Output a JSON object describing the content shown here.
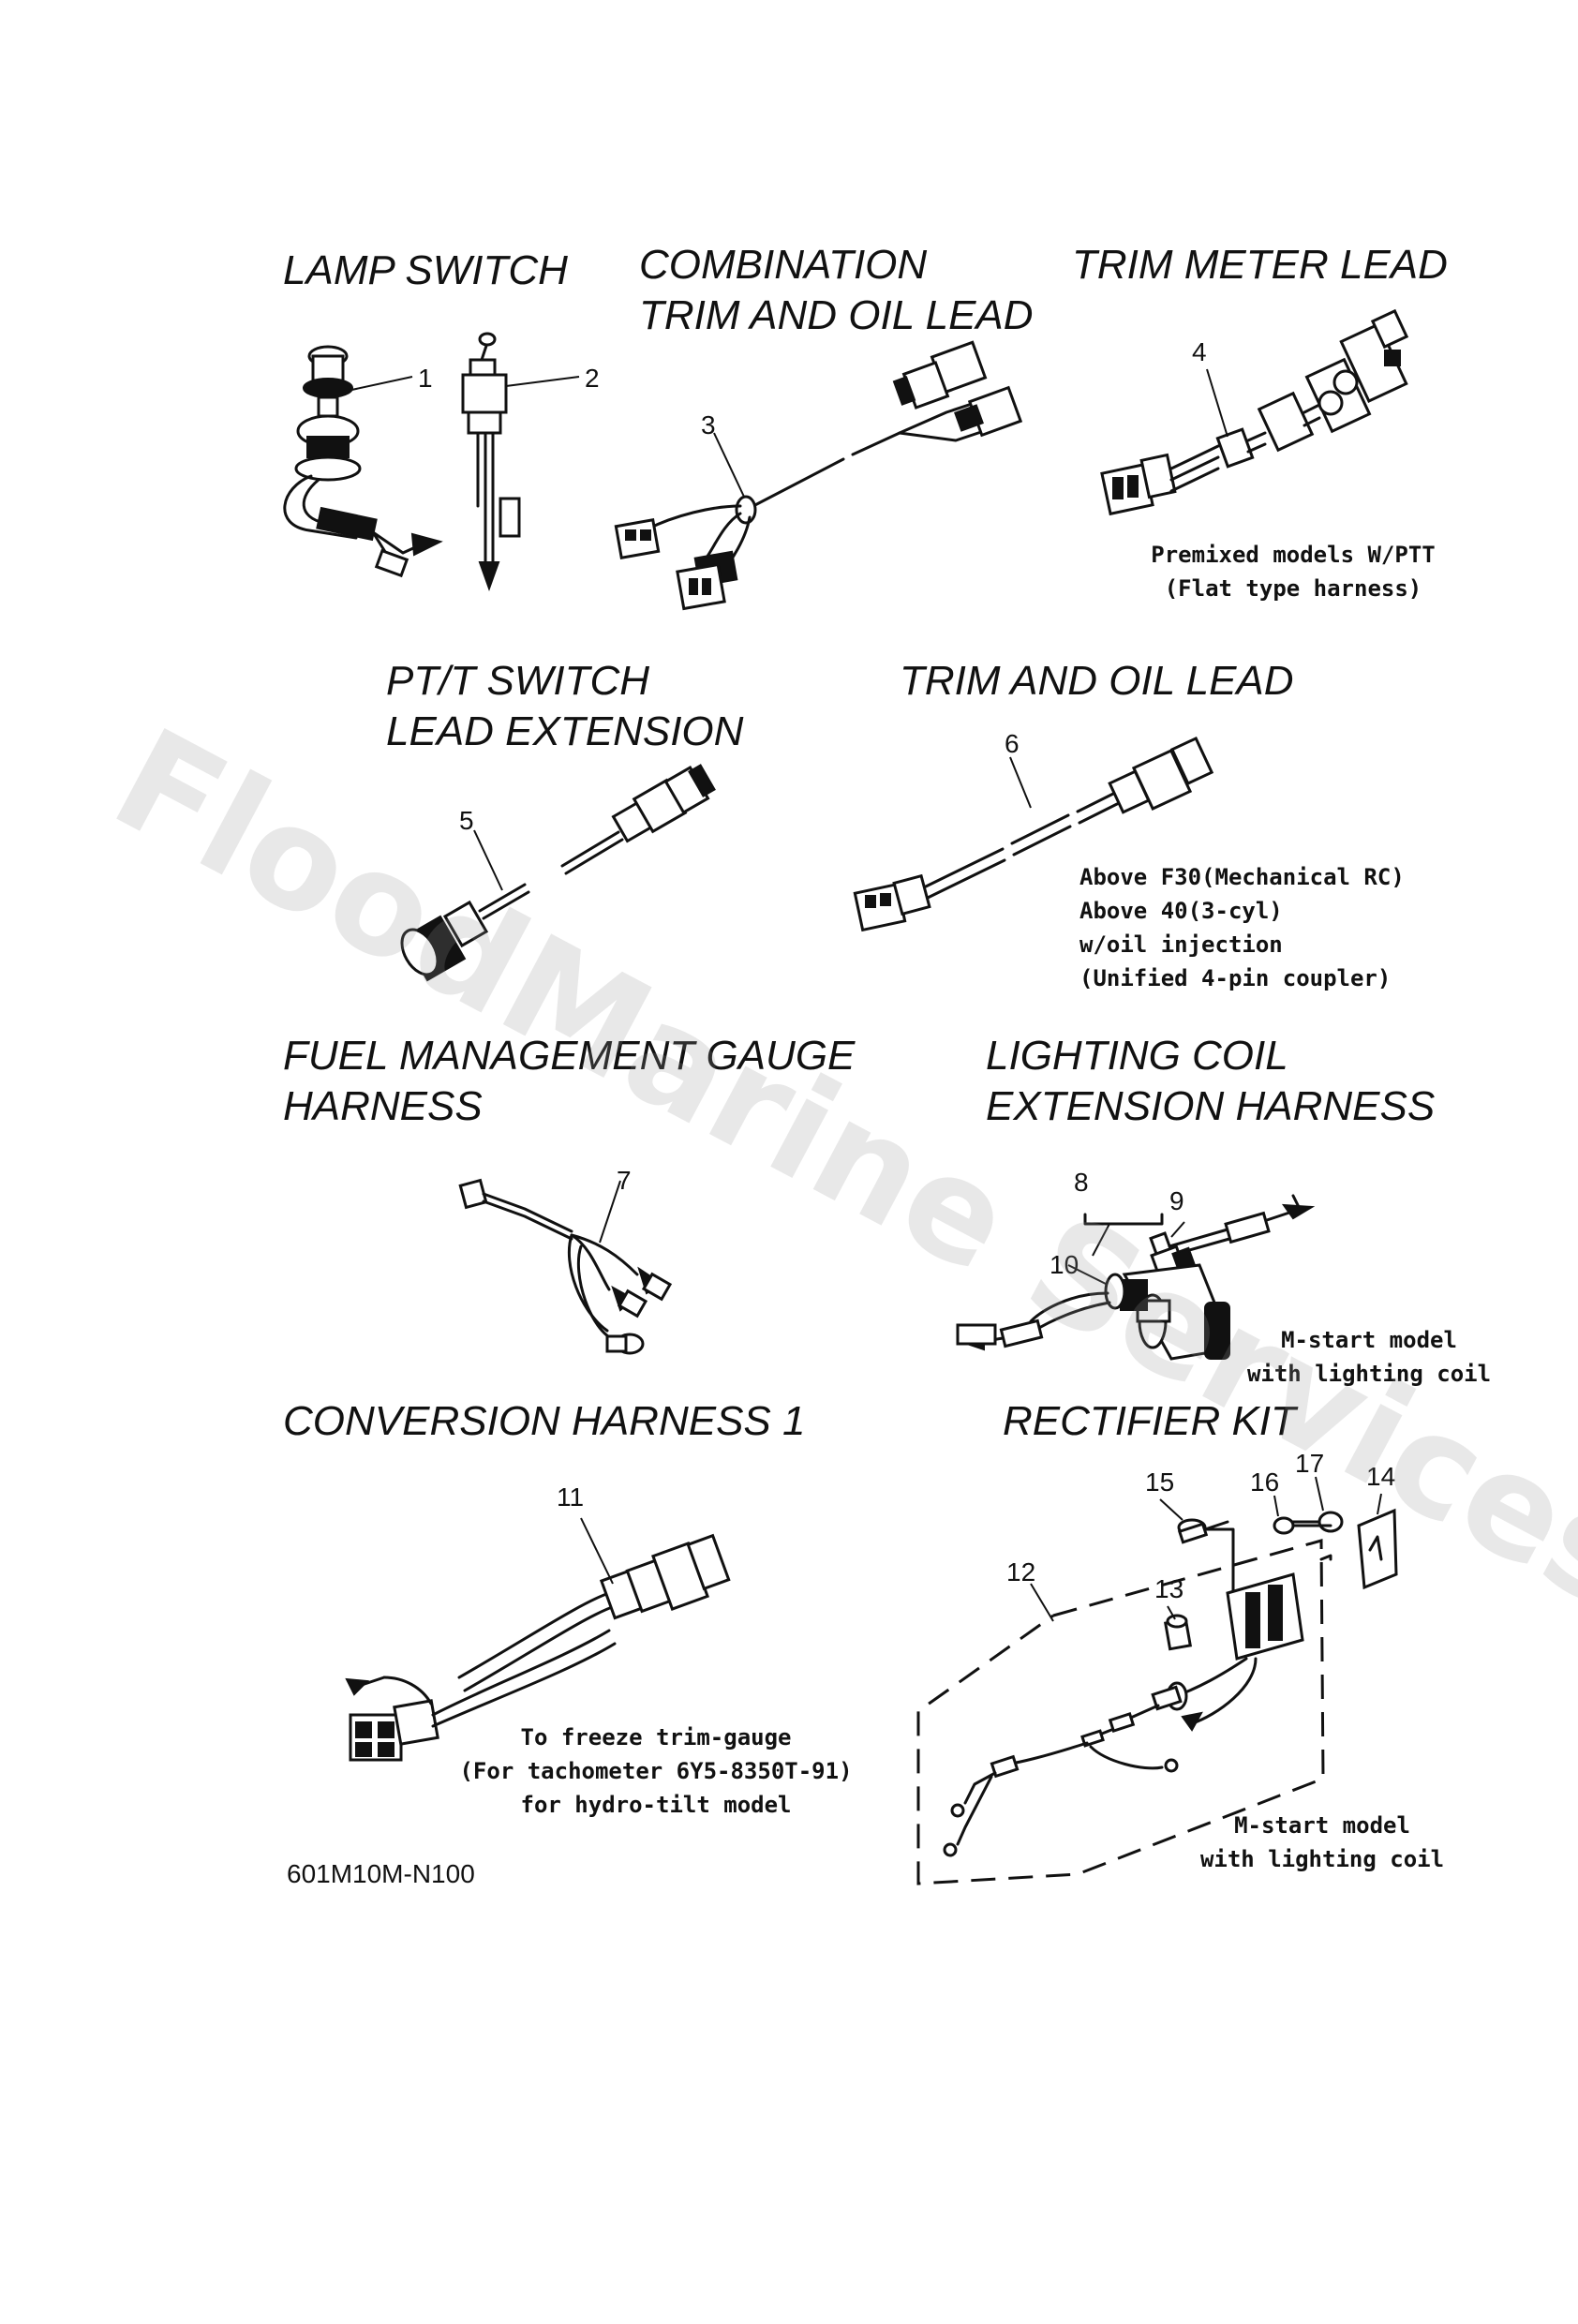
{
  "watermark": "FloodMarine Services",
  "sections": {
    "lamp_switch": "LAMP SWITCH",
    "combination_line1": "COMBINATION",
    "combination_line2": "TRIM AND OIL LEAD",
    "trim_meter": "TRIM METER LEAD",
    "ptt_line1": "PT/T SWITCH",
    "ptt_line2": "LEAD EXTENSION",
    "trim_oil": "TRIM AND OIL LEAD",
    "fuel_line1": "FUEL MANAGEMENT GAUGE",
    "fuel_line2": "HARNESS",
    "lighting_line1": "LIGHTING COIL",
    "lighting_line2": "EXTENSION HARNESS",
    "conversion": "CONVERSION HARNESS 1",
    "rectifier": "RECTIFIER KIT"
  },
  "notes": {
    "premixed": [
      "Premixed models W/PTT",
      "(Flat type harness)"
    ],
    "above": [
      "Above F30(Mechanical RC)",
      "Above 40(3-cyl)",
      "w/oil injection",
      "(Unified 4-pin coupler)"
    ],
    "mstart1": [
      "M-start model",
      "with lighting coil"
    ],
    "freeze": [
      "To freeze trim-gauge",
      "(For tachometer 6Y5-8350T-91)",
      "for hydro-tilt model"
    ],
    "mstart2": [
      "M-start model",
      "with lighting coil"
    ]
  },
  "part_numbers": [
    "1",
    "2",
    "3",
    "4",
    "5",
    "6",
    "7",
    "8",
    "9",
    "10",
    "11",
    "12",
    "13",
    "14",
    "15",
    "16",
    "17"
  ],
  "diagram_code": "601M10M-N100"
}
